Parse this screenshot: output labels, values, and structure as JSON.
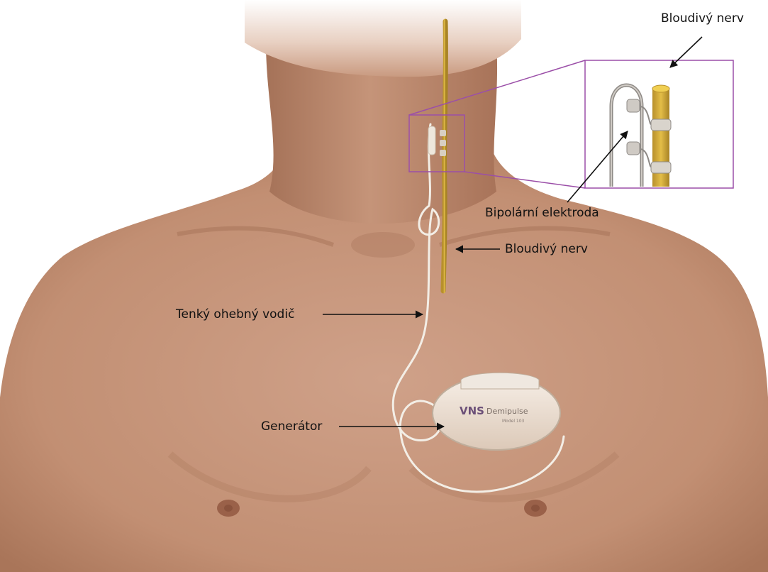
{
  "labels": {
    "vagus_nerve_zoom": "Bloudivý nerv",
    "bipolar_electrode": "Bipolární elektroda",
    "vagus_nerve": "Bloudivý nerv",
    "thin_lead": "Tenký ohebný vodič",
    "generator": "Generátor"
  },
  "device": {
    "logo": "VNS",
    "brand": "Demipulse",
    "model": "Model 103"
  },
  "colors": {
    "skin": "#c7987d",
    "skin_shadow": "#a8765c",
    "nerve": "#d9b23a",
    "lead": "#f3eee6",
    "frame": "#9b4fa8"
  }
}
